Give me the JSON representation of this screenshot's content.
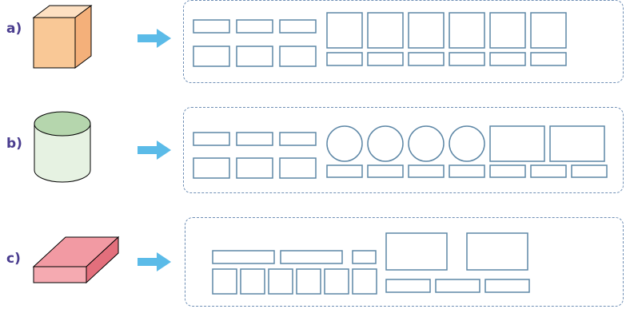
{
  "rows": [
    {
      "label": "a)",
      "shape": "cube-icon",
      "color": "#f9c896"
    },
    {
      "label": "b)",
      "shape": "cylinder-icon",
      "color": "#d9ecd6"
    },
    {
      "label": "c)",
      "shape": "rectangular-prism-icon",
      "color": "#f0a0a6"
    }
  ],
  "colors": {
    "label": "#4a3d8f",
    "arrow": "#5bbbe8",
    "panel_border": "#6f8fb5",
    "net_stroke": "#5d87a6"
  }
}
